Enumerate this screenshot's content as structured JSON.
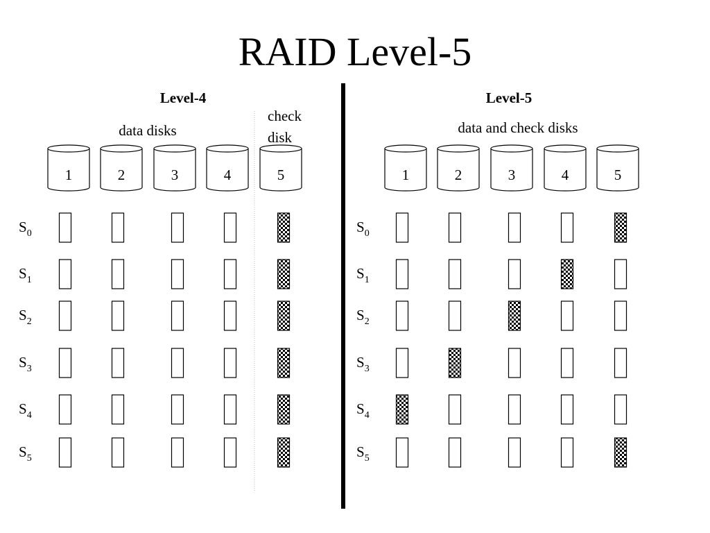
{
  "title": "RAID Level-5",
  "level4": {
    "heading": "Level-4",
    "data_label": "data disks",
    "check_label_lines": [
      "check",
      "disk"
    ],
    "disks": [
      "1",
      "2",
      "3",
      "4",
      "5"
    ],
    "parity_disk_by_stripe": [
      5,
      5,
      5,
      5,
      5,
      5
    ]
  },
  "level5": {
    "heading": "Level-5",
    "data_label": "data and check disks",
    "disks": [
      "1",
      "2",
      "3",
      "4",
      "5"
    ],
    "parity_disk_by_stripe": [
      5,
      4,
      3,
      2,
      1,
      5
    ]
  },
  "stripes": [
    {
      "base": "S",
      "sub": "0"
    },
    {
      "base": "S",
      "sub": "1"
    },
    {
      "base": "S",
      "sub": "2"
    },
    {
      "base": "S",
      "sub": "3"
    },
    {
      "base": "S",
      "sub": "4"
    },
    {
      "base": "S",
      "sub": "5"
    }
  ]
}
